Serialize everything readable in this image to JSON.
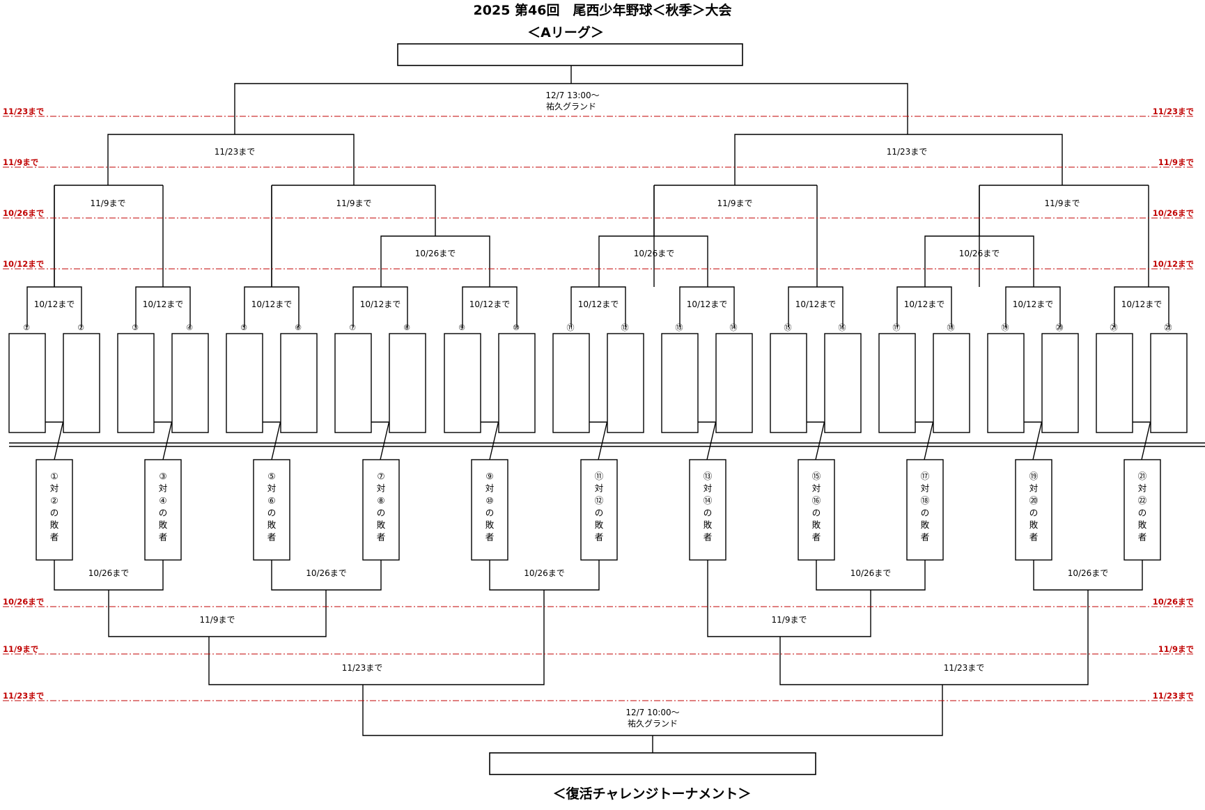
{
  "title": "2025 第46回　尾西少年野球＜秋季＞大会",
  "a_league": {
    "subtitle": "＜Aリーグ＞",
    "final": {
      "date": "12/7  13:00～",
      "venue": "祐久グランド"
    },
    "sf_label": "11/23まで",
    "qf_label": "11/9まで",
    "r16_label": "10/26まで",
    "r1_label": "10/12まで",
    "seeds": [
      "①",
      "②",
      "③",
      "④",
      "⑤",
      "⑥",
      "⑦",
      "⑧",
      "⑨",
      "⑩",
      "⑪",
      "⑫",
      "⑬",
      "⑭",
      "⑮",
      "⑯",
      "⑰",
      "⑱",
      "⑲",
      "⑳",
      "㉑",
      "㉒"
    ]
  },
  "deadline_rows": {
    "top": [
      "11/23まで",
      "11/9まで",
      "10/26まで",
      "10/12まで"
    ],
    "bottom": [
      "10/26まで",
      "11/9まで",
      "11/23まで"
    ]
  },
  "losers": {
    "boxes": [
      [
        "①",
        "対",
        "②",
        "の",
        "敗",
        "者"
      ],
      [
        "③",
        "対",
        "④",
        "の",
        "敗",
        "者"
      ],
      [
        "⑤",
        "対",
        "⑥",
        "の",
        "敗",
        "者"
      ],
      [
        "⑦",
        "対",
        "⑧",
        "の",
        "敗",
        "者"
      ],
      [
        "⑨",
        "対",
        "⑩",
        "の",
        "敗",
        "者"
      ],
      [
        "⑪",
        "対",
        "⑫",
        "の",
        "敗",
        "者"
      ],
      [
        "⑬",
        "対",
        "⑭",
        "の",
        "敗",
        "者"
      ],
      [
        "⑮",
        "対",
        "⑯",
        "の",
        "敗",
        "者"
      ],
      [
        "⑰",
        "対",
        "⑱",
        "の",
        "敗",
        "者"
      ],
      [
        "⑲",
        "対",
        "⑳",
        "の",
        "敗",
        "者"
      ],
      [
        "㉑",
        "対",
        "㉒",
        "の",
        "敗",
        "者"
      ]
    ],
    "r1_label": "10/26まで",
    "r2_label": "11/9まで",
    "r3_label": "11/23まで",
    "final": {
      "date": "12/7  10:00～",
      "venue": "祐久グランド"
    },
    "footer": "＜復活チャレンジトーナメント＞"
  },
  "colors": {
    "line": "#000000",
    "deadline": "#c00000"
  }
}
